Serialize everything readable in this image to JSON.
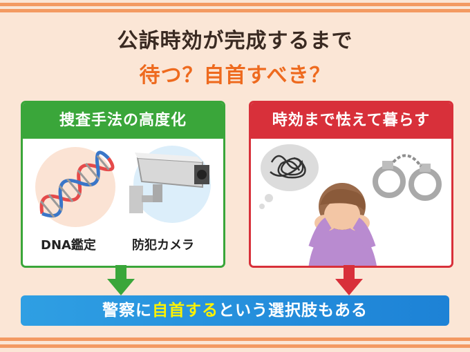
{
  "header": {
    "line1": "公訴時効が完成するまで",
    "line2": "待つ？自首すべき？"
  },
  "left_panel": {
    "title": "捜査手法の高度化",
    "items": [
      {
        "label": "DNA鑑定",
        "icon": "dna-icon"
      },
      {
        "label": "防犯カメラ",
        "icon": "security-camera-icon"
      }
    ]
  },
  "right_panel": {
    "title": "時効まで怯えて暮らす",
    "illustrations": [
      "worried-person-icon",
      "tangled-thought-icon",
      "handcuffs-icon"
    ]
  },
  "banner": {
    "prefix": "警察に",
    "highlight": "自首する",
    "suffix": "という選択肢もある"
  },
  "colors": {
    "background": "#fbe6d6",
    "accent_orange": "#ee6a1e",
    "green": "#3aa63a",
    "red": "#d8303a",
    "blue": "#2f9fe3",
    "highlight_yellow": "#fff200"
  }
}
